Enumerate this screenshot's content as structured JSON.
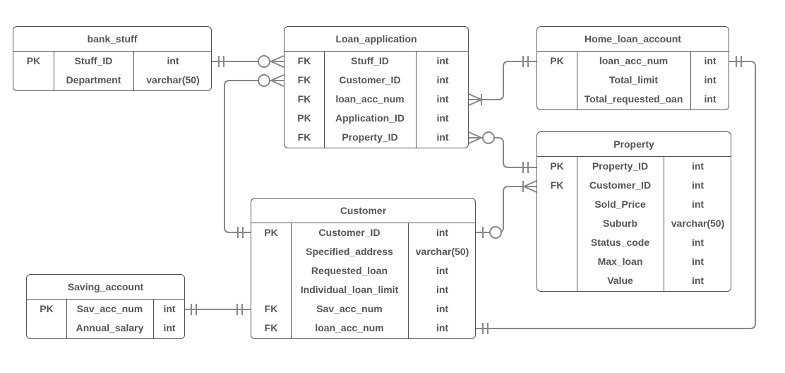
{
  "entities": {
    "bank_stuff": {
      "title": "bank_stuff",
      "rows": [
        {
          "key": "PK",
          "name": "Stuff_ID",
          "type": "int"
        },
        {
          "key": "",
          "name": "Department",
          "type": "varchar(50)"
        }
      ]
    },
    "loan_application": {
      "title": "Loan_application",
      "rows": [
        {
          "key": "FK",
          "name": "Stuff_ID",
          "type": "int"
        },
        {
          "key": "FK",
          "name": "Customer_ID",
          "type": "int"
        },
        {
          "key": "FK",
          "name": "loan_acc_num",
          "type": "int"
        },
        {
          "key": "PK",
          "name": "Application_ID",
          "type": "int"
        },
        {
          "key": "FK",
          "name": "Property_ID",
          "type": "int"
        }
      ]
    },
    "home_loan_account": {
      "title": "Home_loan_account",
      "rows": [
        {
          "key": "PK",
          "name": "loan_acc_num",
          "type": "int"
        },
        {
          "key": "",
          "name": "Total_limit",
          "type": "int"
        },
        {
          "key": "",
          "name": "Total_requested_oan",
          "type": "int"
        }
      ]
    },
    "property": {
      "title": "Property",
      "rows": [
        {
          "key": "PK",
          "name": "Property_ID",
          "type": "int"
        },
        {
          "key": "FK",
          "name": "Customer_ID",
          "type": "int"
        },
        {
          "key": "",
          "name": "Sold_Price",
          "type": "int"
        },
        {
          "key": "",
          "name": "Suburb",
          "type": "varchar(50)"
        },
        {
          "key": "",
          "name": "Status_code",
          "type": "int"
        },
        {
          "key": "",
          "name": "Max_loan",
          "type": "int"
        },
        {
          "key": "",
          "name": "Value",
          "type": "int"
        }
      ]
    },
    "customer": {
      "title": "Customer",
      "rows": [
        {
          "key": "PK",
          "name": "Customer_ID",
          "type": "int"
        },
        {
          "key": "",
          "name": "Specified_address",
          "type": "varchar(50)"
        },
        {
          "key": "",
          "name": "Requested_loan",
          "type": "int"
        },
        {
          "key": "",
          "name": "Individual_loan_limit",
          "type": "int"
        },
        {
          "key": "FK",
          "name": "Sav_acc_num",
          "type": "int"
        },
        {
          "key": "FK",
          "name": "loan_acc_num",
          "type": "int"
        }
      ]
    },
    "saving_account": {
      "title": "Saving_account",
      "rows": [
        {
          "key": "PK",
          "name": "Sav_acc_num",
          "type": "int"
        },
        {
          "key": "",
          "name": "Annual_salary",
          "type": "int"
        }
      ]
    }
  },
  "line_color": "#555555"
}
